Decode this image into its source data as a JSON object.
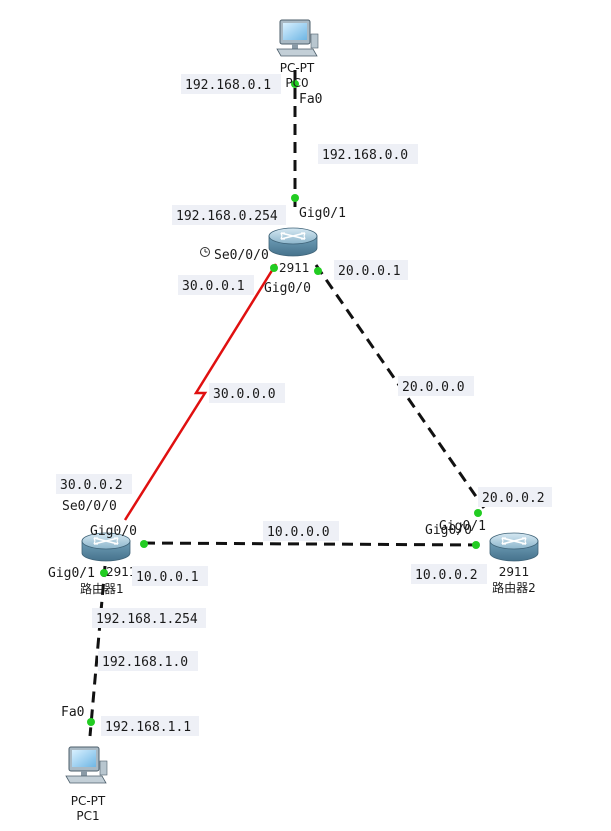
{
  "devices": {
    "pc_top": {
      "line1": "PC-PT",
      "line2": "PC0"
    },
    "router_top": {
      "model": "2911",
      "name": ""
    },
    "router_left": {
      "model": "2911",
      "name": "路由器1"
    },
    "router_right": {
      "model": "2911",
      "name": "路由器2"
    },
    "pc_bottom": {
      "line1": "PC-PT",
      "line2": "PC1"
    }
  },
  "ports": {
    "pc0_fa0": "Fa0",
    "r0_gig01": "Gig0/1",
    "r0_se000": "Se0/0/0",
    "r0_gig00": "Gig0/0",
    "r1_se000": "Se0/0/0",
    "r1_gig00": "Gig0/0",
    "r1_gig01": "Gig0/1",
    "r2_gig01": "Gig0/1",
    "r2_gig00": "Gig0/0",
    "pc1_fa0": "Fa0"
  },
  "addresses": {
    "pc0_ip": "192.168.0.1",
    "net_top": "192.168.0.0",
    "r0_gig01_ip": "192.168.0.254",
    "r0_se_ip": "30.0.0.1",
    "r0_gig00_ip": "20.0.0.1",
    "net_serial": "30.0.0.0",
    "net_right": "20.0.0.0",
    "r1_se_ip": "30.0.0.2",
    "r2_gig01_ip": "20.0.0.2",
    "net_bottom": "10.0.0.0",
    "r1_gig00_ip": "10.0.0.1",
    "r2_gig00_ip": "10.0.0.2",
    "r1_gig01_ip": "192.168.1.254",
    "net_lan1": "192.168.1.0",
    "pc1_ip": "192.168.1.1"
  },
  "colors": {
    "ethernet_link": "#111111",
    "serial_link": "#e01010",
    "link_up": "#22cc22",
    "router_body": "#6f9fb8"
  },
  "icons": {
    "pc": "desktop-pc-icon",
    "router": "router-icon",
    "clock": "clock-icon"
  }
}
